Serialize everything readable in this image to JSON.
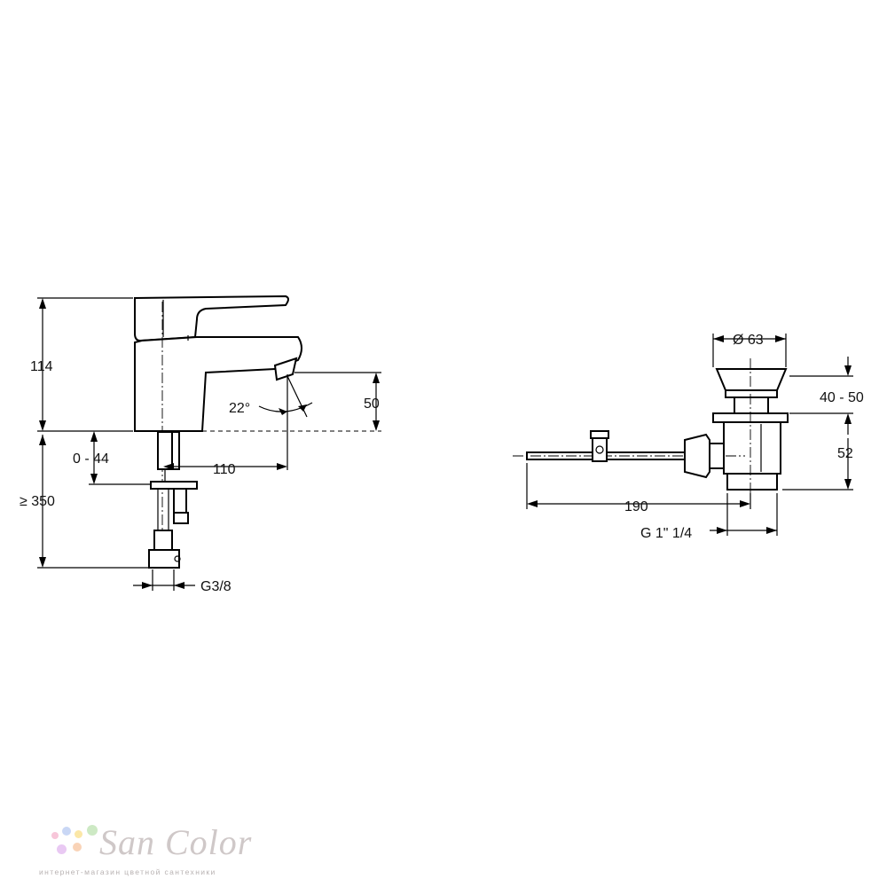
{
  "faucet": {
    "height_label": "114",
    "spout_drop_label": "50",
    "angle_label": "22°",
    "reach_label": "110",
    "deck_range_label": "0 - 44",
    "hose_length_label": "≥ 350",
    "connection_label": "G3/8"
  },
  "drain": {
    "diameter_label": "Ø 63",
    "plug_lift_label": "40 - 50",
    "body_height_label": "52",
    "rod_length_label": "190",
    "thread_label": "G 1\" 1/4"
  },
  "watermark": {
    "brand": "San Color",
    "tagline": "интернет-магазин цветной сантехники",
    "dot_colors": [
      "#f7c6d9",
      "#c9d7f5",
      "#fbe7a7",
      "#cde9c4",
      "#e9c9f3",
      "#f9d3b7"
    ]
  }
}
